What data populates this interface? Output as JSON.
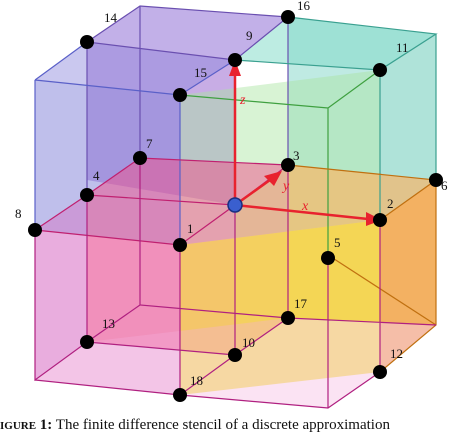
{
  "figure": {
    "axes": {
      "x": "x",
      "y": "y",
      "z": "z"
    },
    "nodes": [
      "1",
      "2",
      "3",
      "4",
      "5",
      "6",
      "7",
      "8",
      "9",
      "10",
      "11",
      "12",
      "13",
      "14",
      "15",
      "16",
      "17",
      "18"
    ],
    "colors": {
      "top_back_left": "#8f6fd6",
      "top_back_right": "#7fd6c8",
      "top_front_left": "#7f7fd8",
      "top_front_right": "#a9e4a0",
      "bottom_left": "#d86ec0",
      "bottom_center": "#f0508a",
      "bottom_right": "#f0a040",
      "bottom_front": "#f2e020",
      "axis": "#e8222e",
      "center_node": "#3a5fcf"
    }
  },
  "caption": {
    "lead": "igure 1:",
    "text": "The finite difference stencil of a discrete approximation"
  }
}
